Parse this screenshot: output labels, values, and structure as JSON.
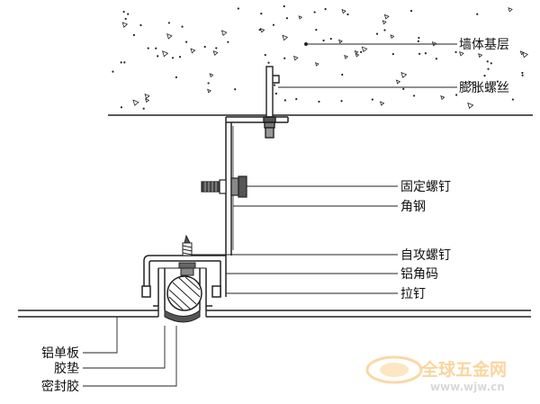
{
  "labels_right": {
    "wall_base": "墙体基层",
    "expansion_bolt": "膨胀螺丝",
    "fixing_bolt": "固定螺钉",
    "angle_steel": "角钢",
    "self_tapping_screw": "自攻螺钉",
    "aluminum_bracket": "铝角码",
    "rivet": "拉钉"
  },
  "labels_left": {
    "aluminum_panel": "铝单板",
    "rubber_pad": "胶垫",
    "sealant": "密封胶"
  },
  "watermark": {
    "brand": "全球五金网",
    "url": "www.wjw.cn"
  }
}
